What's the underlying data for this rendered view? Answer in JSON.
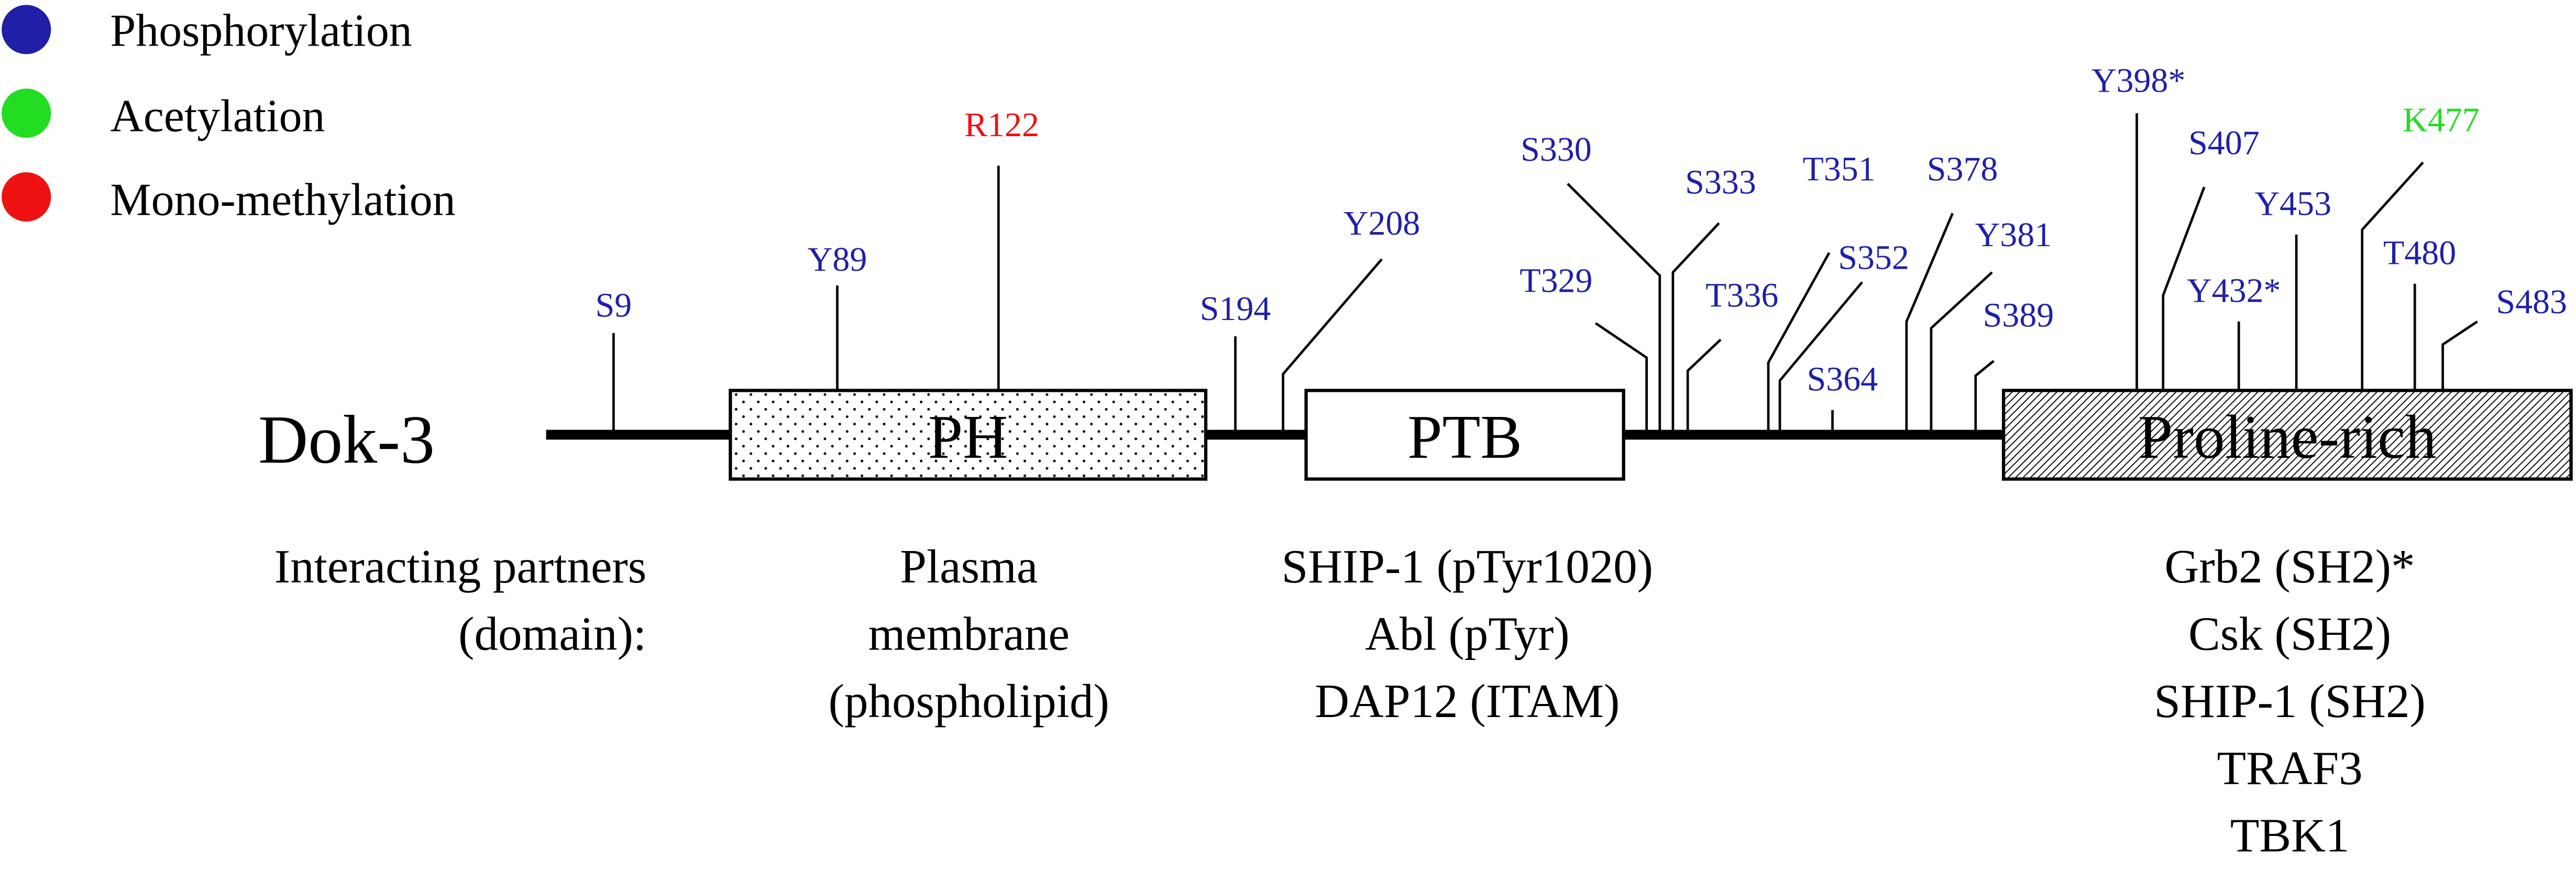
{
  "colors": {
    "phosphorylation": "#1f1fa8",
    "acetylation": "#22dd22",
    "mono_methylation": "#ee1111",
    "line": "#000000"
  },
  "legend": [
    {
      "label": "Phosphorylation",
      "type": "phosphorylation"
    },
    {
      "label": "Acetylation",
      "type": "acetylation"
    },
    {
      "label": "Mono-methylation",
      "type": "mono_methylation"
    }
  ],
  "protein": {
    "name": "Dok-3"
  },
  "domains": [
    {
      "label": "PH",
      "pattern": "dots"
    },
    {
      "label": "PTB",
      "pattern": "none"
    },
    {
      "label": "Proline-rich",
      "pattern": "hatch"
    }
  ],
  "sites": [
    {
      "label": "S9",
      "type": "phosphorylation"
    },
    {
      "label": "Y89",
      "type": "phosphorylation"
    },
    {
      "label": "R122",
      "type": "mono_methylation"
    },
    {
      "label": "S194",
      "type": "phosphorylation"
    },
    {
      "label": "Y208",
      "type": "phosphorylation"
    },
    {
      "label": "T329",
      "type": "phosphorylation"
    },
    {
      "label": "S330",
      "type": "phosphorylation"
    },
    {
      "label": "S333",
      "type": "phosphorylation"
    },
    {
      "label": "T336",
      "type": "phosphorylation"
    },
    {
      "label": "T351",
      "type": "phosphorylation"
    },
    {
      "label": "S352",
      "type": "phosphorylation"
    },
    {
      "label": "S364",
      "type": "phosphorylation"
    },
    {
      "label": "S378",
      "type": "phosphorylation"
    },
    {
      "label": "Y381",
      "type": "phosphorylation"
    },
    {
      "label": "S389",
      "type": "phosphorylation"
    },
    {
      "label": "Y398*",
      "type": "phosphorylation"
    },
    {
      "label": "S407",
      "type": "phosphorylation"
    },
    {
      "label": "Y432*",
      "type": "phosphorylation"
    },
    {
      "label": "Y453",
      "type": "phosphorylation"
    },
    {
      "label": "K477",
      "type": "acetylation"
    },
    {
      "label": "T480",
      "type": "phosphorylation"
    },
    {
      "label": "S483",
      "type": "phosphorylation"
    }
  ],
  "partners": {
    "heading": [
      "Interacting partners",
      "(domain):"
    ],
    "ph": [
      "Plasma",
      "membrane",
      "(phospholipid)"
    ],
    "ptb": [
      "SHIP-1 (pTyr1020)",
      "Abl (pTyr)",
      "DAP12 (ITAM)"
    ],
    "proline_rich": [
      "Grb2 (SH2)*",
      "Csk (SH2)",
      "SHIP-1 (SH2)",
      "TRAF3",
      "TBK1"
    ]
  }
}
